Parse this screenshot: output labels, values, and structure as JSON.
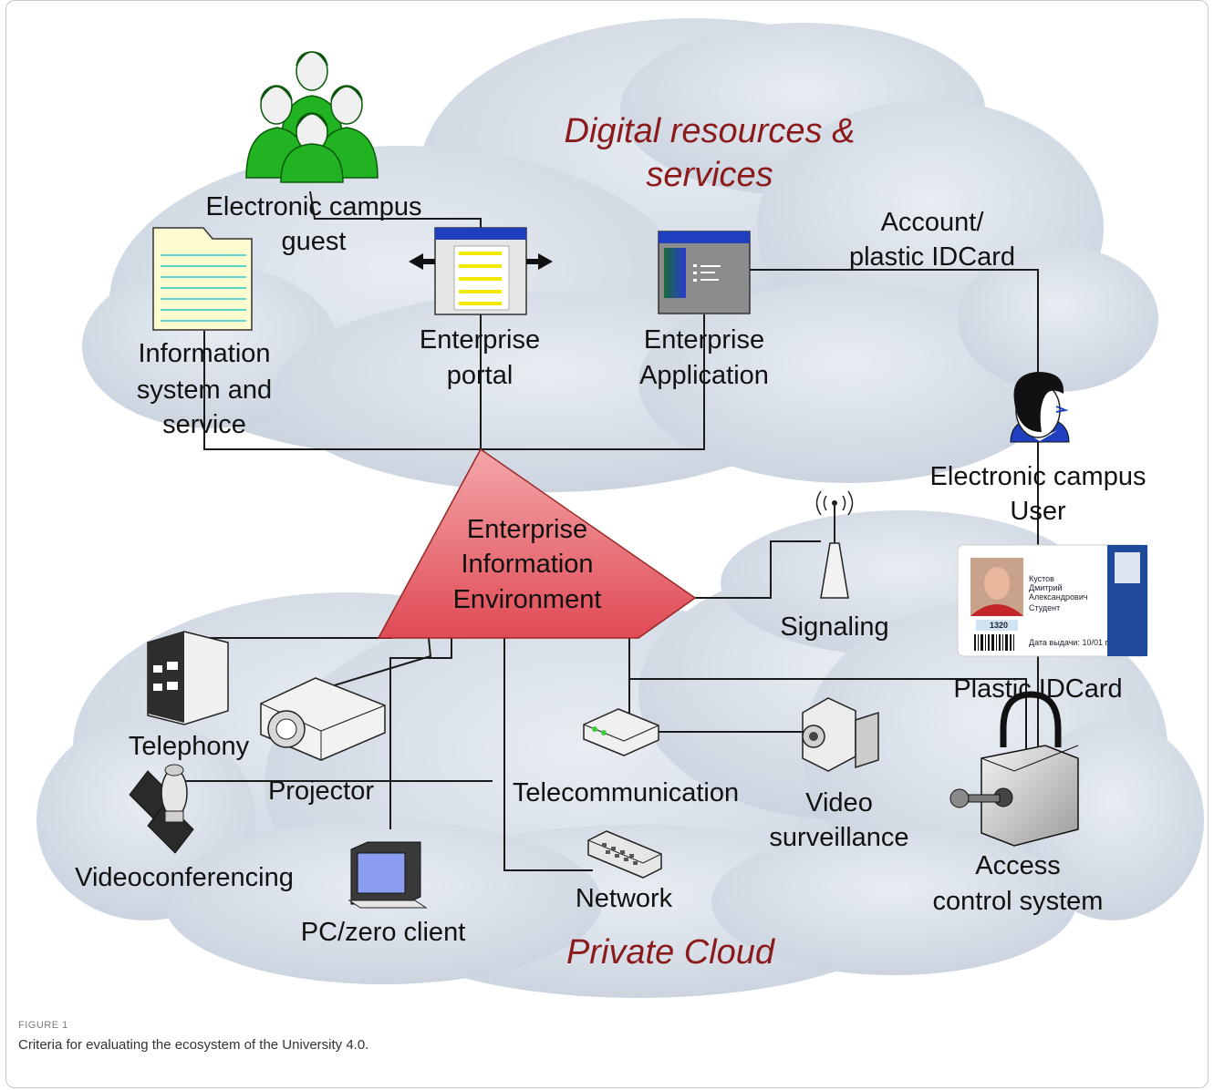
{
  "title_top": [
    "Digital resources &",
    "services"
  ],
  "title_bottom": "Private Cloud",
  "labels": {
    "guest": [
      "Electronic campus",
      "guest"
    ],
    "account": [
      "Account/",
      "plastic IDCard"
    ],
    "info_system": [
      "Information",
      "system and",
      "service"
    ],
    "portal": [
      "Enterprise",
      "portal"
    ],
    "application": [
      "Enterprise",
      "Application"
    ],
    "user": [
      "Electronic campus",
      "User"
    ],
    "eie": [
      "Enterprise",
      "Information",
      "Environment"
    ],
    "signaling": "Signaling",
    "plastic_idcard": "Plastic IDCard",
    "telephony": "Telephony",
    "projector": "Projector",
    "telecommunication": "Telecommunication",
    "video": [
      "Video",
      "surveillance"
    ],
    "videoconf": "Videoconferencing",
    "pc": "PC/zero client",
    "network": "Network",
    "access": [
      "Access",
      "control system"
    ]
  },
  "id_card": {
    "name_lines": [
      "Кустов",
      "Дмитрий",
      "Александрович"
    ],
    "role": "Студент",
    "number": "1320",
    "issue": "Дата выдачи: 10/01 г."
  },
  "colors": {
    "cloud": "#d3dbe6",
    "triangle": "#e8606a",
    "people": "#22b322",
    "title": "#8b1a1a"
  },
  "figure": {
    "label": "FIGURE 1",
    "caption": "Criteria for evaluating the ecosystem of the University 4.0."
  }
}
